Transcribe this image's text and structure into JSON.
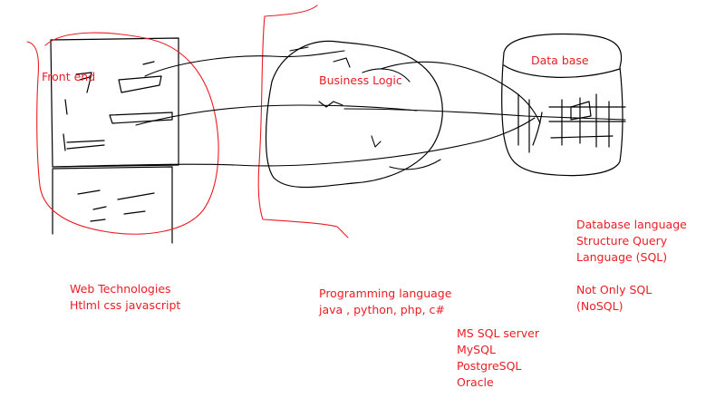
{
  "colors": {
    "ink": "#000000",
    "annotation": "#ed1c24",
    "background": "#ffffff"
  },
  "labels": {
    "front_end": "Front end",
    "business_logic": "Business Logic",
    "database": "Data base"
  },
  "notes": {
    "web_technologies": [
      "Web Technologies",
      "Htlml css javascript"
    ],
    "programming": [
      "Programming language",
      "java , python, php, c#"
    ],
    "db_products": [
      "MS SQL server",
      "MySQL",
      "PostgreSQL",
      "Oracle"
    ],
    "db_language": [
      "Database language",
      "Structure Query",
      "Language (SQL)"
    ],
    "nosql": [
      "Not Only SQL",
      "(NoSQL)"
    ]
  }
}
